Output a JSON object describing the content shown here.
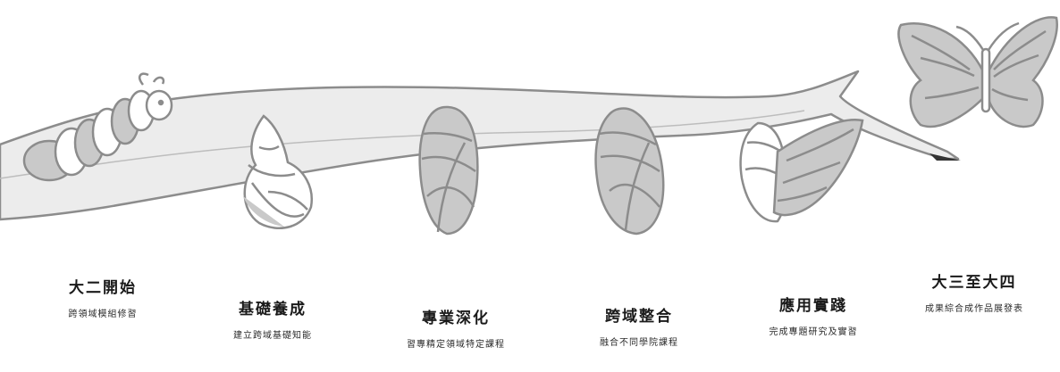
{
  "colors": {
    "stroke": "#8c8c8c",
    "fill": "#c9c9c9",
    "light": "#ececec",
    "white": "#ffffff"
  },
  "stages": [
    {
      "title": "大二開始",
      "desc": "跨領域模組修習"
    },
    {
      "title": "基礎養成",
      "desc": "建立跨域基礎知能"
    },
    {
      "title": "專業深化",
      "desc": "習專精定領域特定課程"
    },
    {
      "title": "跨域整合",
      "desc": "融合不同學院課程"
    },
    {
      "title": "應用實踐",
      "desc": "完成專題研究及實習"
    },
    {
      "title": "大三至大四",
      "desc": "成果綜合成作品展發表"
    }
  ]
}
